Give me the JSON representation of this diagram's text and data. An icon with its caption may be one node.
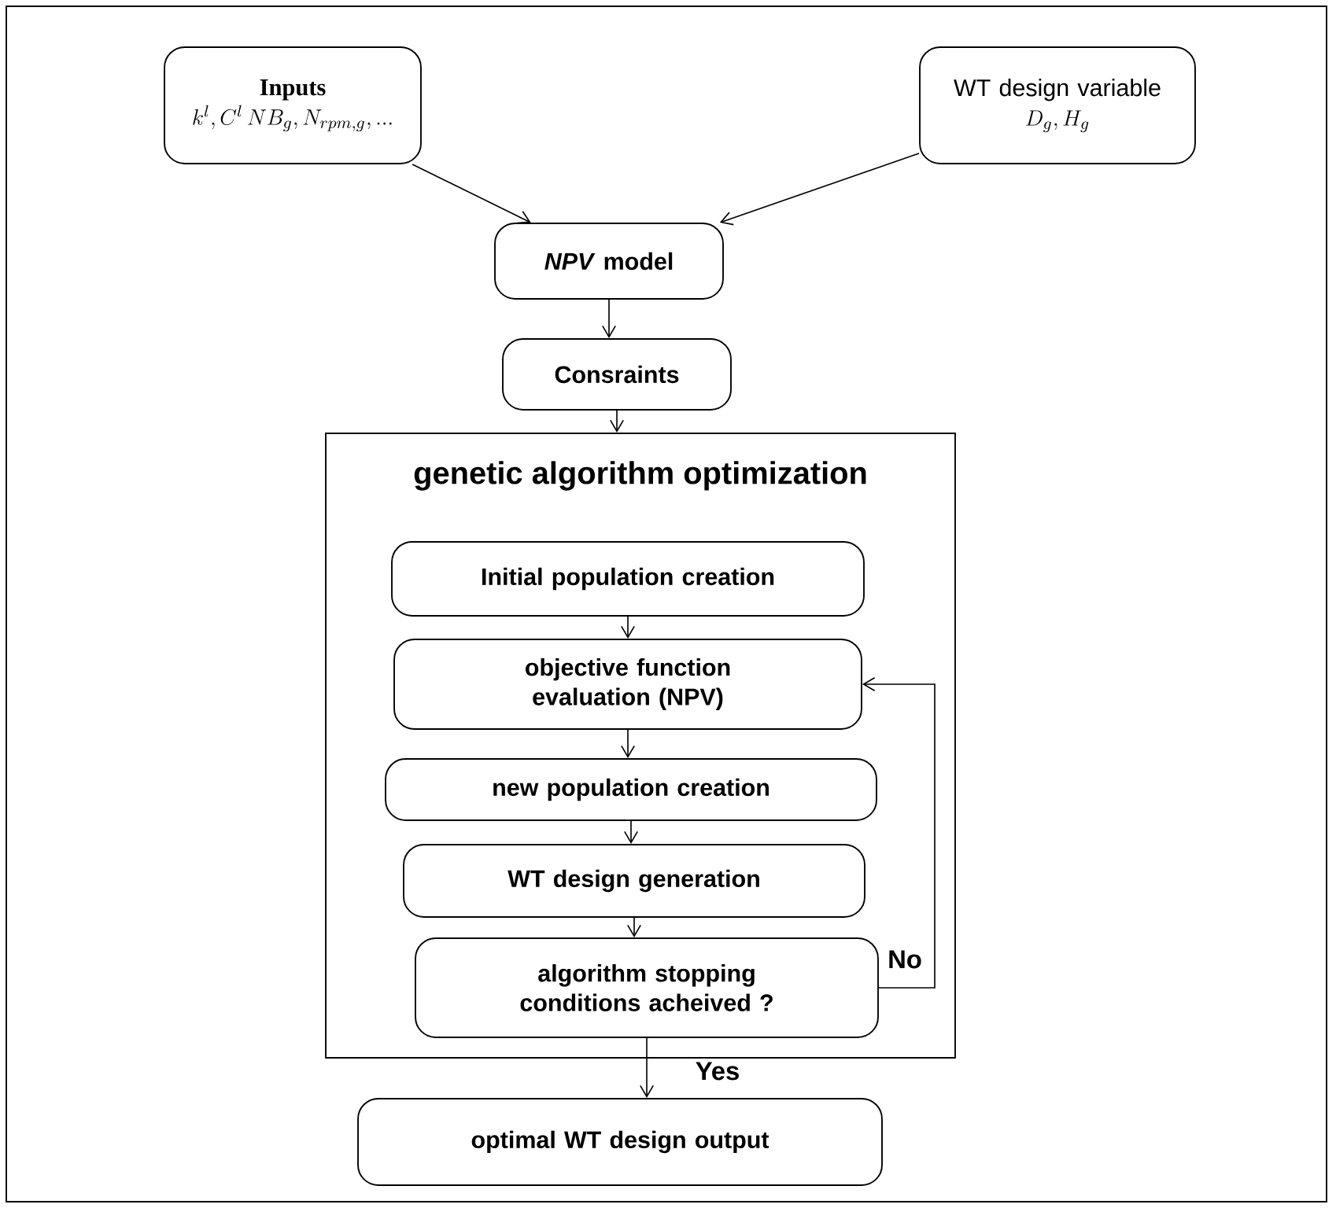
{
  "diagram": {
    "nodes": [
      {
        "text": [
          "Inputs",
          "k^{l}, C^{l}\\, NB_{g}, N_{rpm,g}, ..."
        ]
      },
      {
        "text": [
          "WT design variable",
          "D_{g}, H_{g}"
        ]
      },
      {
        "text": [
          "*NPV* model"
        ]
      },
      {
        "text": [
          "Consraints"
        ]
      },
      {
        "text": [
          "genetic algorithm optimization"
        ]
      },
      {
        "text": [
          "Initial population creation"
        ],
        "in": 4
      },
      {
        "text": [
          "objective function evaluation (NPV)"
        ],
        "in": 4
      },
      {
        "text": [
          "new population creation"
        ],
        "in": 4
      },
      {
        "text": [
          "WT design generation"
        ],
        "in": 4
      },
      {
        "text": [
          "algorithm stopping conditions acheived ?"
        ],
        "in": 4
      },
      {
        "text": [
          "optimal WT design output"
        ]
      }
    ],
    "edges": [
      {
        "from": 0,
        "to": 2,
        "arrow": "to"
      },
      {
        "from": 1,
        "to": 2,
        "arrow": "to"
      },
      {
        "from": 2,
        "to": 3,
        "arrow": "to"
      },
      {
        "from": 3,
        "to": 4,
        "arrow": "to"
      },
      {
        "from": 5,
        "to": 6,
        "arrow": "to"
      },
      {
        "from": 6,
        "to": 7,
        "arrow": "to"
      },
      {
        "from": 7,
        "to": 8,
        "arrow": "to"
      },
      {
        "from": 8,
        "to": 9,
        "arrow": "to"
      },
      {
        "from": 9,
        "to": 6,
        "arrow": "to",
        "label": "No"
      },
      {
        "from": 9,
        "to": 10,
        "arrow": "to",
        "label": "Yes"
      }
    ]
  }
}
